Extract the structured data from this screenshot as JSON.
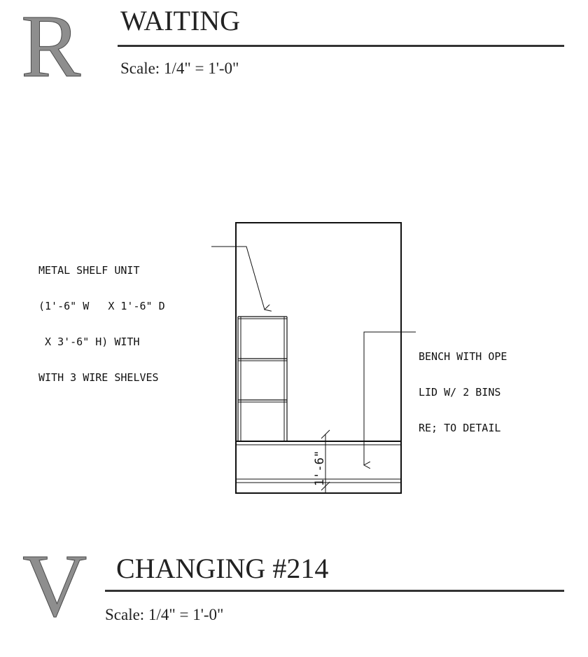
{
  "sections": [
    {
      "letter": "R",
      "title": "WAITING",
      "scale": "Scale: 1/4\" = 1'-0\""
    },
    {
      "letter": "V",
      "title": "CHANGING #214",
      "scale": "Scale: 1/4\" = 1'-0\""
    }
  ],
  "drawing": {
    "shelf_note": [
      "METAL SHELF UNIT",
      "(1'-6\" W   X 1'-6\" D",
      " X 3'-6\" H) WITH",
      "WITH 3 WIRE SHELVES"
    ],
    "bench_note": [
      "BENCH WITH OPE",
      "LID W/ 2 BINS",
      "RE; TO DETAIL"
    ],
    "dimension": "1'-6\""
  }
}
